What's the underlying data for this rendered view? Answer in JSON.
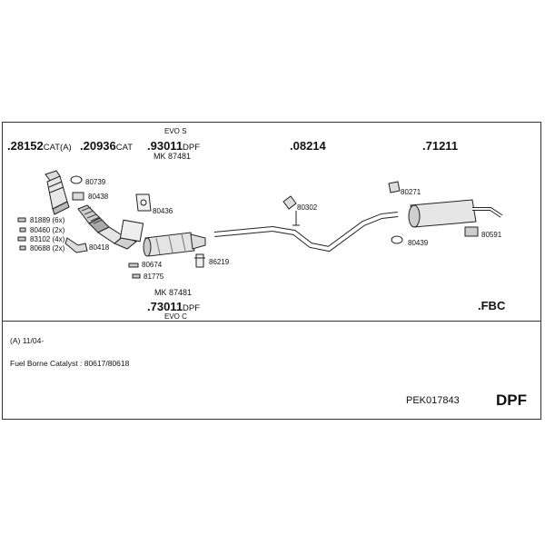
{
  "diagram": {
    "header_parts": [
      {
        "num": ".28152",
        "suffix": "CAT(A)"
      },
      {
        "num": ".20936",
        "suffix": "CAT"
      },
      {
        "num": ".93011",
        "suffix": "DPF"
      },
      {
        "num": ".08214",
        "suffix": ""
      },
      {
        "num": ".71211",
        "suffix": ""
      }
    ],
    "evo_top": "EVO S",
    "mk_top": "MK 87481",
    "mk_bottom": "MK 87481",
    "bottom_part": {
      "num": ".73011",
      "suffix": "DPF"
    },
    "evo_bottom": "EVO C",
    "fbc": ".FBC",
    "callouts": {
      "c80739": "80739",
      "c80438": "80438",
      "c80436": "80436",
      "c80302": "80302",
      "c80271": "80271",
      "c80439": "80439",
      "c80591": "80591",
      "c80674": "80674",
      "c81775": "81775",
      "c86219": "86219",
      "c80418": "80418",
      "c81889": "81889 (6x)",
      "c80460": "80460 (2x)",
      "c83102": "83102 (4x)",
      "c80688": "80688 (2x)"
    }
  },
  "notes": {
    "validity": "(A) 11/04-",
    "fuel_borne": "Fuel Borne Catalyst : 80617/80618"
  },
  "footer": {
    "code": "PEK017843",
    "type": "DPF"
  }
}
